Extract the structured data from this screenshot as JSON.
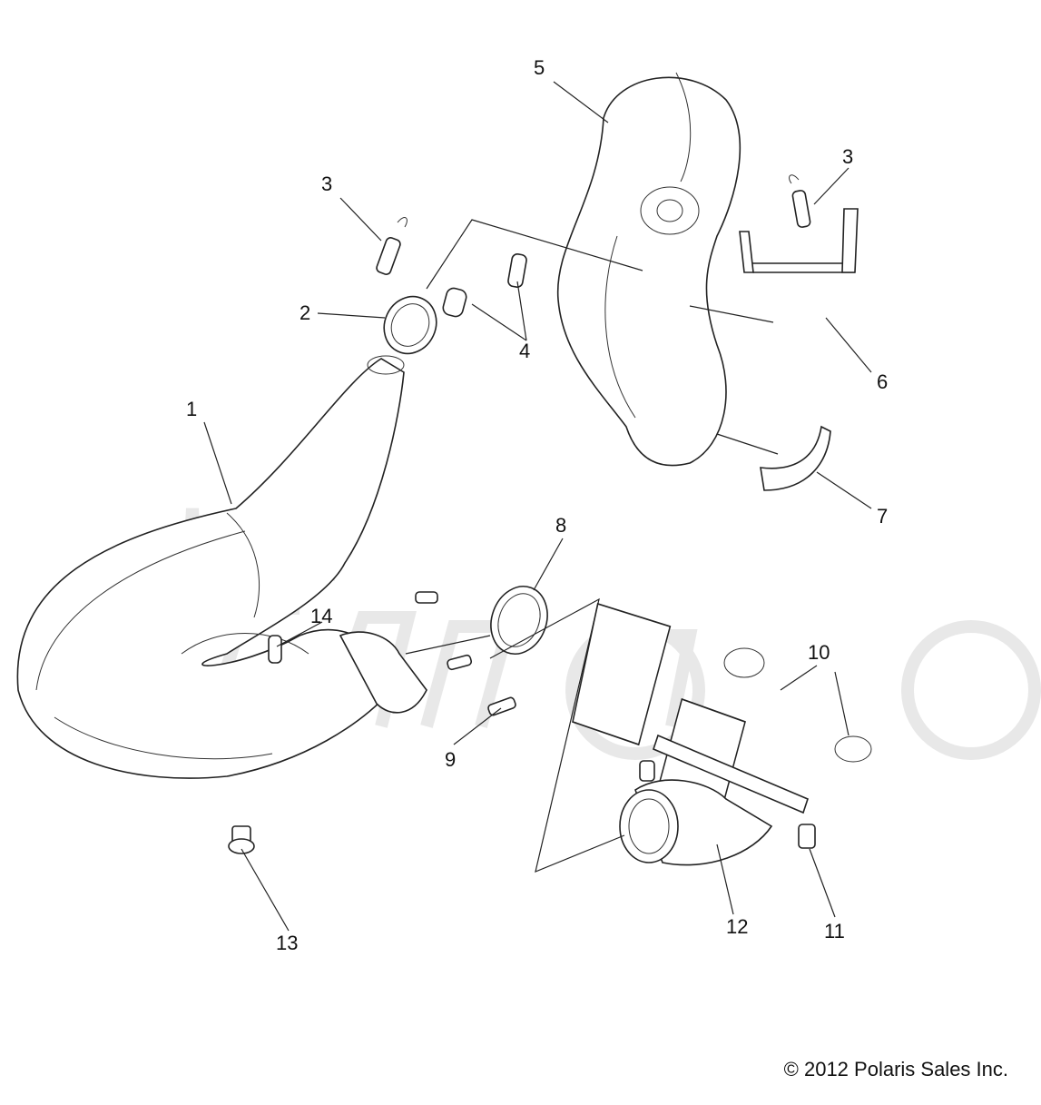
{
  "callouts": [
    "1",
    "2",
    "3",
    "3",
    "4",
    "5",
    "6",
    "7",
    "8",
    "9",
    "10",
    "11",
    "12",
    "13",
    "14"
  ],
  "copyright": "© 2012 Polaris Sales Inc.",
  "watermark_text": "Activemoto",
  "colors": {
    "line": "#222222",
    "watermark": "#e6e6e6",
    "background": "#ffffff"
  }
}
